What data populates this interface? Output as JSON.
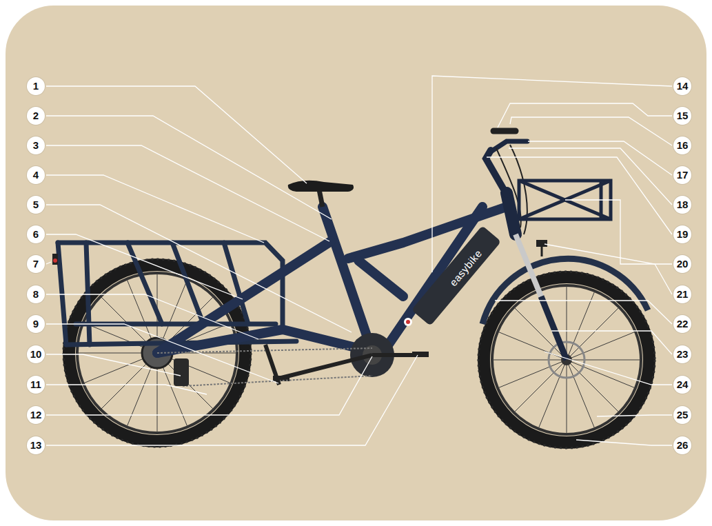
{
  "diagram": {
    "labels": [
      "1",
      "2",
      "3",
      "4",
      "5",
      "6",
      "7",
      "8",
      "9",
      "10",
      "11",
      "12",
      "13",
      "14",
      "15",
      "16",
      "17",
      "18",
      "19",
      "20",
      "21",
      "22",
      "23",
      "24",
      "25",
      "26",
      "easybike"
    ]
  }
}
